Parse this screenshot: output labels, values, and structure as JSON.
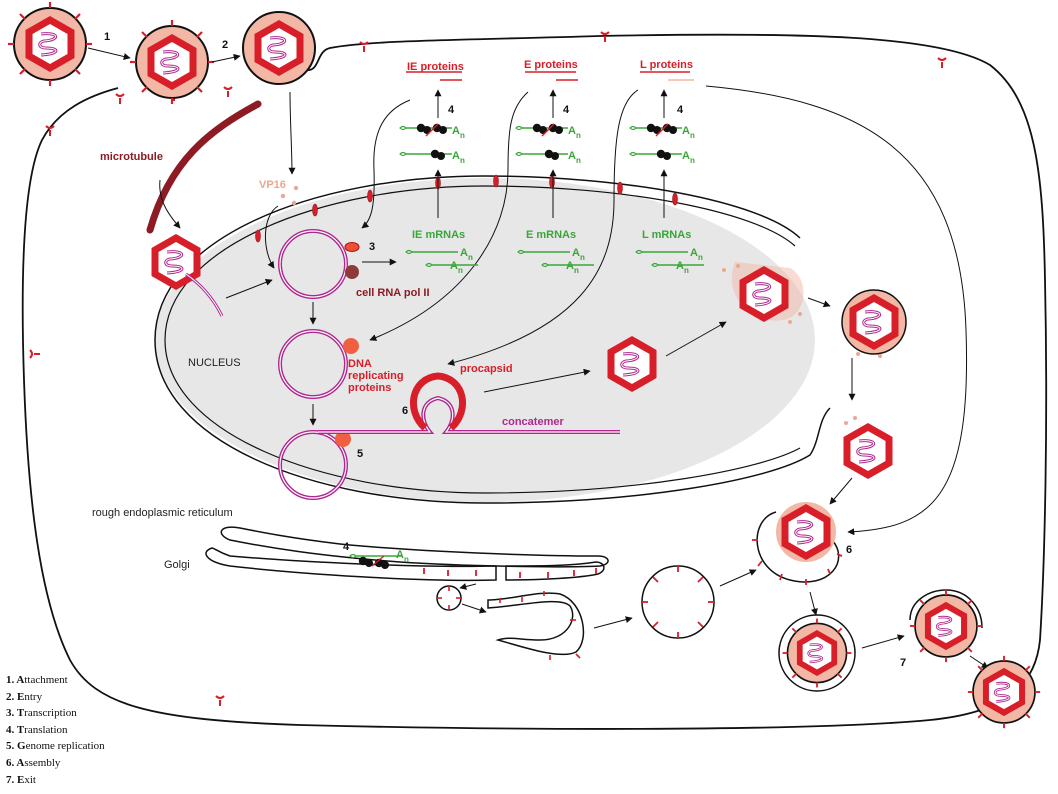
{
  "labels": {
    "step1": "1",
    "step2": "2",
    "step3": "3",
    "step4a": "4",
    "step4b": "4",
    "step4c": "4",
    "step4er": "4",
    "step5": "5",
    "step6a": "6",
    "step6b": "6",
    "step7": "7",
    "microtubule": "microtubule",
    "vp16": "VP16",
    "ie_proteins": "IE proteins",
    "e_proteins": "E proteins",
    "l_proteins": "L proteins",
    "ie_mrnas": "IE mRNAs",
    "e_mrnas": "E mRNAs",
    "l_mrnas": "L mRNAs",
    "cell_rna_pol": "cell RNA pol II",
    "nucleus": "NUCLEUS",
    "dna_rep_1": "DNA",
    "dna_rep_2": "replicating",
    "dna_rep_3": "proteins",
    "procapsid": "procapsid",
    "concatemer": "concatemer",
    "rough_er": "rough endoplasmic reticulum",
    "golgi": "Golgi",
    "poly_a": "A",
    "poly_n": "n"
  },
  "legend": [
    {
      "num": "1.",
      "initial": "A",
      "rest": "ttachment"
    },
    {
      "num": "2.",
      "initial": "E",
      "rest": "ntry"
    },
    {
      "num": "3.",
      "initial": "T",
      "rest": "ranscription"
    },
    {
      "num": "4.",
      "initial": "T",
      "rest": "ranslation"
    },
    {
      "num": "5.",
      "initial": "G",
      "rest": "enome replication"
    },
    {
      "num": "6.",
      "initial": "A",
      "rest": "ssembly"
    },
    {
      "num": "7.",
      "initial": "E",
      "rest": "xit"
    }
  ],
  "colors": {
    "capsid": "#d81e28",
    "tegument": "#f2b8a5",
    "dna": "#b0278f",
    "mrna": "#3aa63a",
    "microtubule": "#8e1b24",
    "nucleus_fill": "#e7e7e7"
  }
}
